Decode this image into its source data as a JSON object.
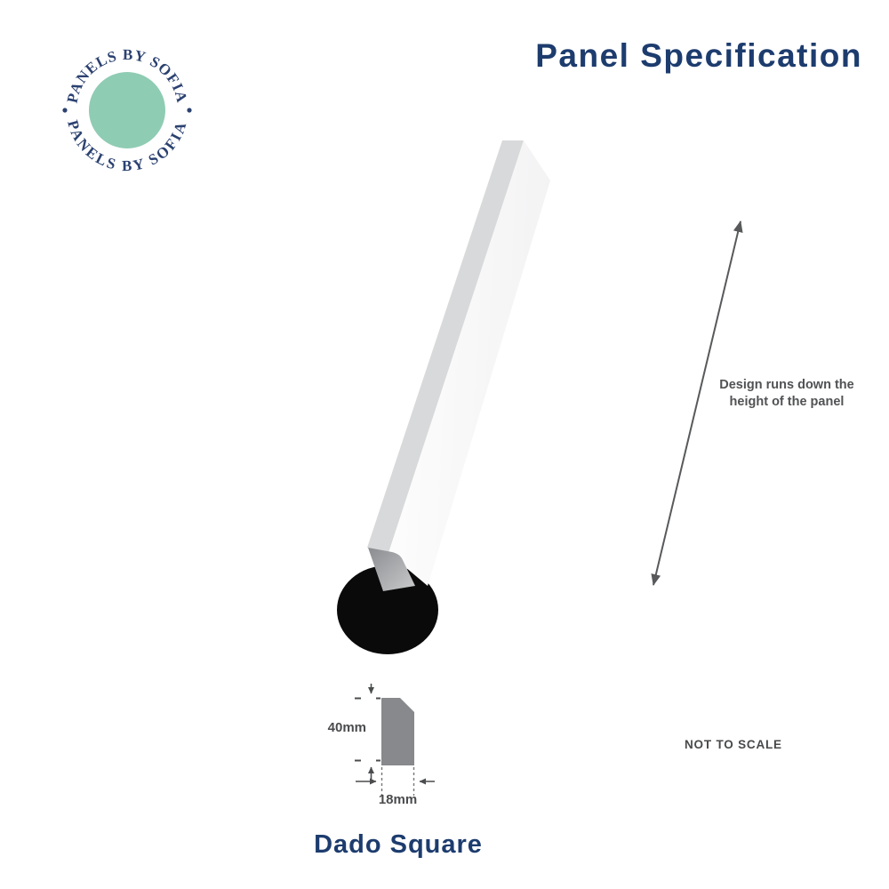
{
  "header": {
    "title": "Panel Specification"
  },
  "brand": {
    "name": "Panels by Sofia",
    "arc_text_top": "PANELS BY SOFIA",
    "arc_text_bottom": "PANELS BY SOFIA"
  },
  "illustration": {
    "design_note_line1": "Design runs down the",
    "design_note_line2": "height of the panel",
    "scale_note": "NOT TO SCALE"
  },
  "cross_section": {
    "height_label": "40mm",
    "width_label": "18mm"
  },
  "product": {
    "name": "Dado Square"
  },
  "colors": {
    "title_navy": "#1d3c6e",
    "logo_navy": "#2b4170",
    "logo_green": "#8fccb4",
    "annotation_gray": "#58595b",
    "cross_section_gray": "#87898c",
    "panel_edge_gray": "#d8d9da",
    "panel_face_white": "#fbfbfc",
    "dot_black": "#0a0a0a"
  }
}
